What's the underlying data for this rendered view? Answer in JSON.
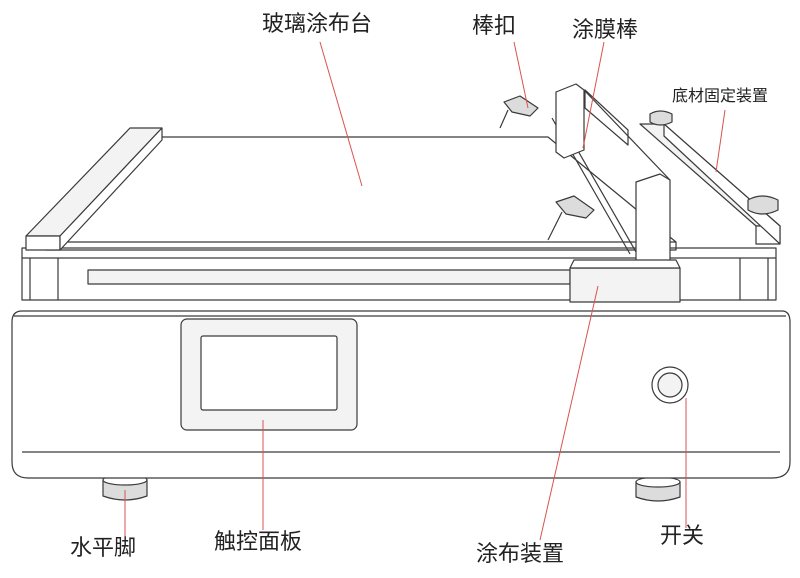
{
  "labels": {
    "glass_table": "玻璃涂布台",
    "rod_clamp": "棒扣",
    "coating_rod": "涂膜棒",
    "substrate_fixture": "底材固定装置",
    "leveling_feet": "水平脚",
    "touch_panel": "触控面板",
    "coating_device": "涂布装置",
    "switch": "开关"
  },
  "colors": {
    "leader_line": "#d9534f",
    "outline": "#3a3a3a"
  }
}
